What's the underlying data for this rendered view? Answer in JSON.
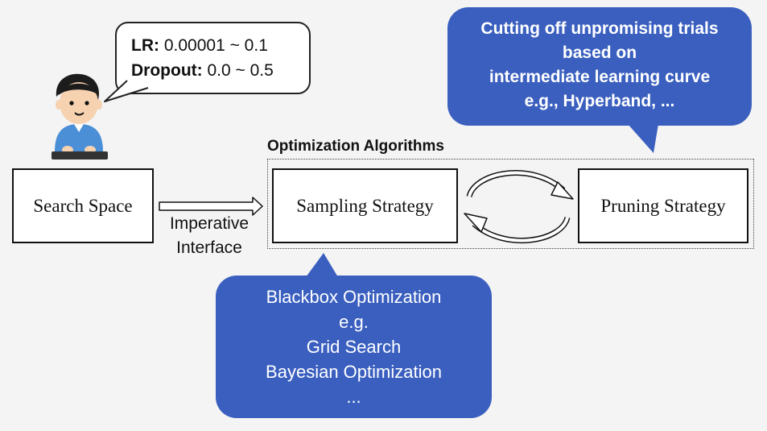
{
  "speech_bubble": {
    "lr_label": "LR:",
    "lr_value": "0.00001 ~ 0.1",
    "dropout_label": "Dropout:",
    "dropout_value": "0.0 ~ 0.5"
  },
  "callout_top": {
    "lines": [
      "Cutting off unpromising trials",
      "based on",
      "intermediate learning curve",
      "e.g., Hyperband, ..."
    ],
    "color": "#3a5fbf"
  },
  "callout_bottom": {
    "lines": [
      "Blackbox Optimization",
      "e.g.",
      "Grid Search",
      "Bayesian Optimization",
      "..."
    ],
    "color": "#3a5fbf"
  },
  "diagram": {
    "search_space": "Search Space",
    "interface_line1": "Imperative",
    "interface_line2": "Interface",
    "optimization_title": "Optimization Algorithms",
    "sampling_strategy": "Sampling Strategy",
    "pruning_strategy": "Pruning Strategy"
  },
  "icons": {
    "person": "person-at-computer-icon",
    "cycle": "cycle-arrows-icon",
    "arrow": "hollow-right-arrow-icon"
  }
}
